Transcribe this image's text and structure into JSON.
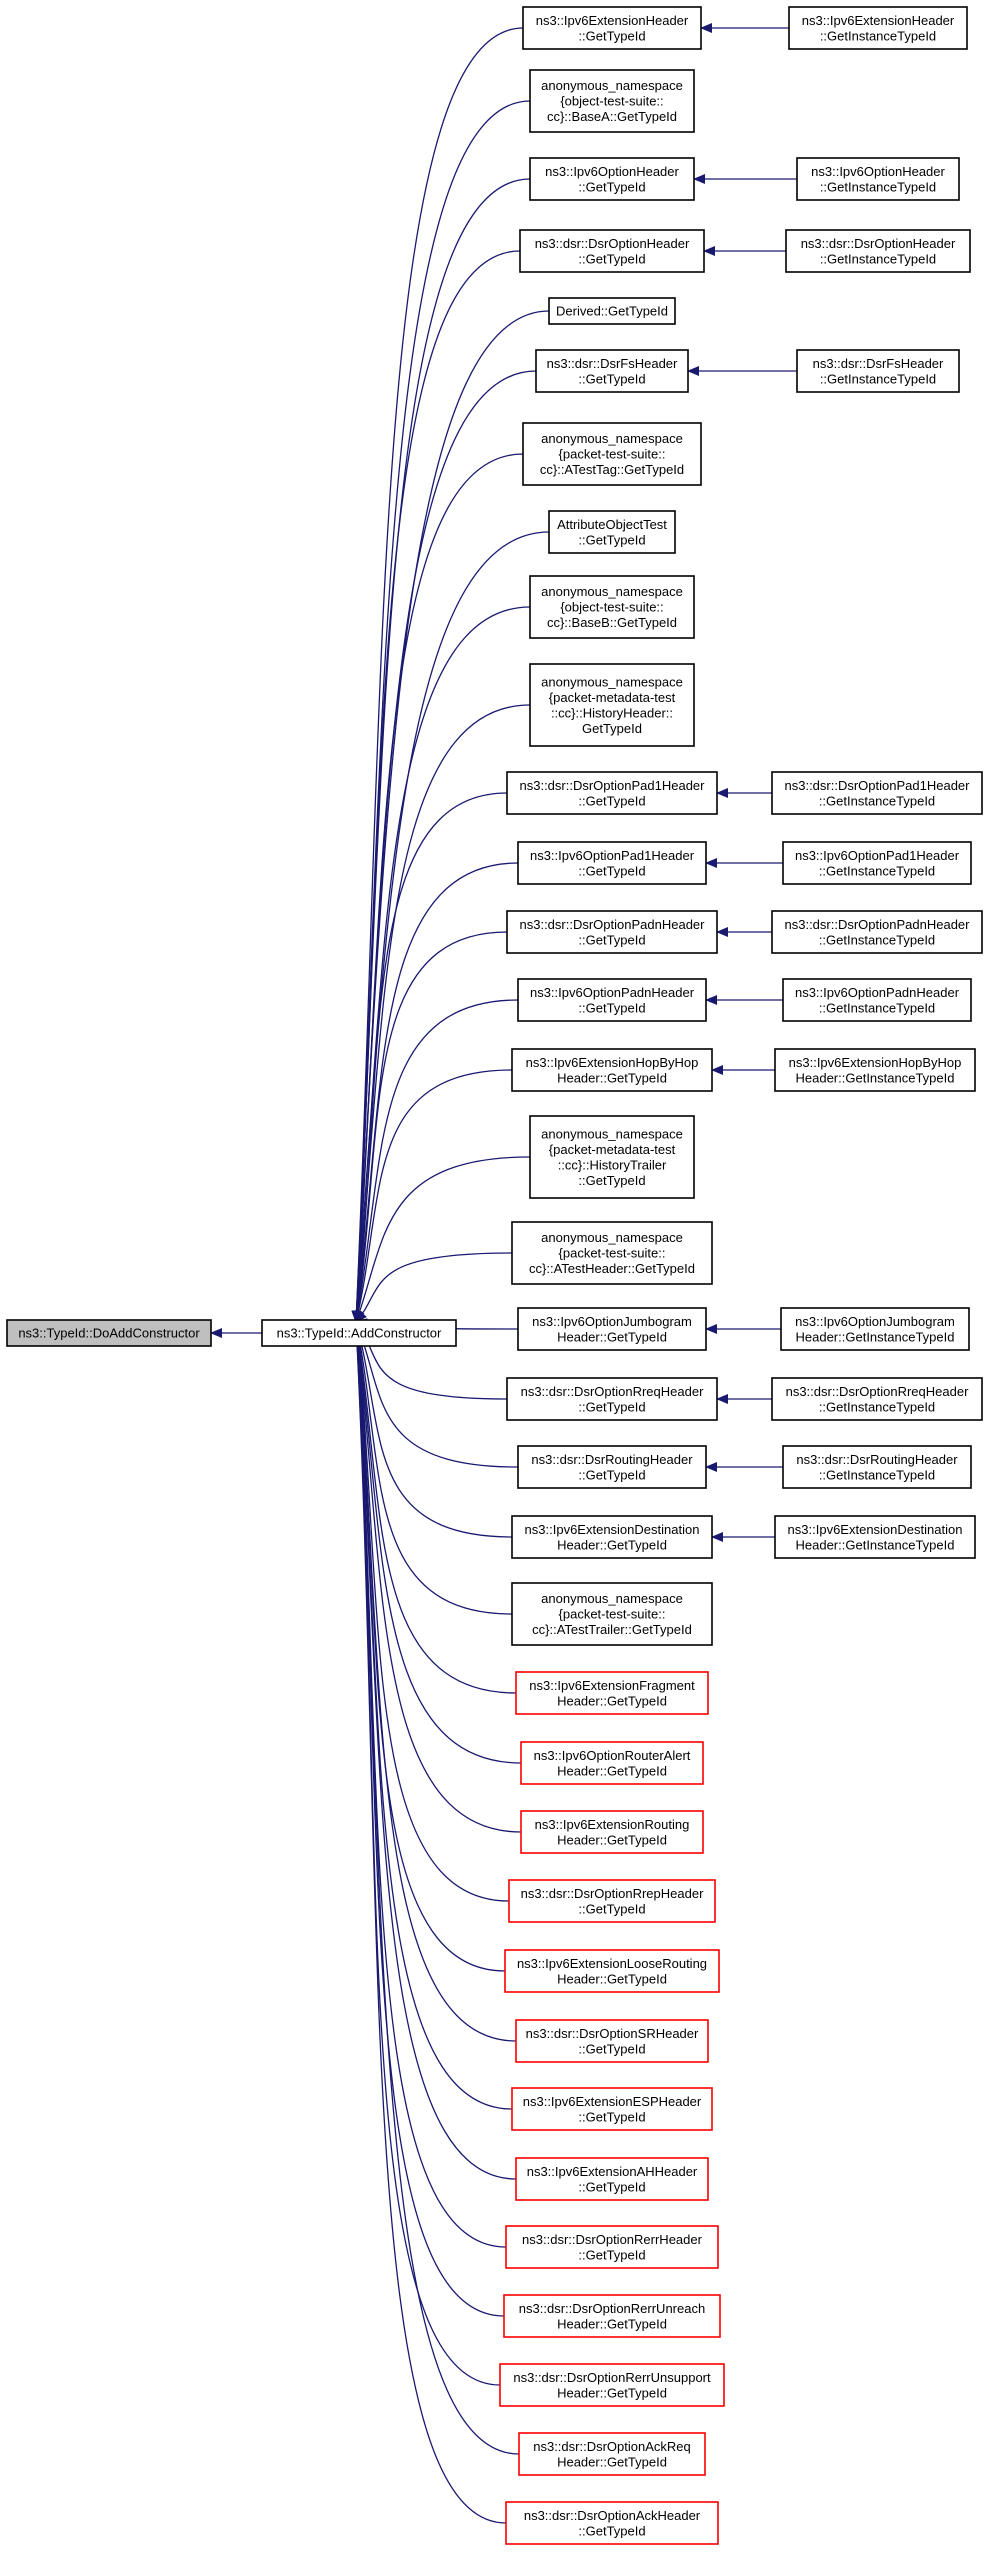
{
  "colors": {
    "edge": "#191970",
    "node_border": "#000000",
    "truncated_border": "#ff0000",
    "root_fill": "#bfbfbf",
    "node_fill": "#ffffff",
    "text": "#000000"
  },
  "root": {
    "id": "root",
    "lines": [
      "ns3::TypeId::DoAddConstructor"
    ]
  },
  "hub": {
    "id": "hub",
    "lines": [
      "ns3::TypeId::AddConstructor"
    ]
  },
  "callers": [
    {
      "id": "c0",
      "truncated": false,
      "lines": [
        "ns3::Ipv6ExtensionHeader",
        "::GetTypeId"
      ]
    },
    {
      "id": "c1",
      "truncated": false,
      "lines": [
        "anonymous_namespace",
        "{object-test-suite::",
        "cc}::BaseA::GetTypeId"
      ]
    },
    {
      "id": "c2",
      "truncated": false,
      "lines": [
        "ns3::Ipv6OptionHeader",
        "::GetTypeId"
      ]
    },
    {
      "id": "c3",
      "truncated": false,
      "lines": [
        "ns3::dsr::DsrOptionHeader",
        "::GetTypeId"
      ]
    },
    {
      "id": "c4",
      "truncated": false,
      "lines": [
        "Derived::GetTypeId"
      ]
    },
    {
      "id": "c5",
      "truncated": false,
      "lines": [
        "ns3::dsr::DsrFsHeader",
        "::GetTypeId"
      ]
    },
    {
      "id": "c6",
      "truncated": false,
      "lines": [
        "anonymous_namespace",
        "{packet-test-suite::",
        "cc}::ATestTag::GetTypeId"
      ]
    },
    {
      "id": "c7",
      "truncated": false,
      "lines": [
        "AttributeObjectTest",
        "::GetTypeId"
      ]
    },
    {
      "id": "c8",
      "truncated": false,
      "lines": [
        "anonymous_namespace",
        "{object-test-suite::",
        "cc}::BaseB::GetTypeId"
      ]
    },
    {
      "id": "c9",
      "truncated": false,
      "lines": [
        "anonymous_namespace",
        "{packet-metadata-test",
        "::cc}::HistoryHeader::",
        "GetTypeId"
      ]
    },
    {
      "id": "c10",
      "truncated": false,
      "lines": [
        "ns3::dsr::DsrOptionPad1Header",
        "::GetTypeId"
      ]
    },
    {
      "id": "c11",
      "truncated": false,
      "lines": [
        "ns3::Ipv6OptionPad1Header",
        "::GetTypeId"
      ]
    },
    {
      "id": "c12",
      "truncated": false,
      "lines": [
        "ns3::dsr::DsrOptionPadnHeader",
        "::GetTypeId"
      ]
    },
    {
      "id": "c13",
      "truncated": false,
      "lines": [
        "ns3::Ipv6OptionPadnHeader",
        "::GetTypeId"
      ]
    },
    {
      "id": "c14",
      "truncated": false,
      "lines": [
        "ns3::Ipv6ExtensionHopByHop",
        "Header::GetTypeId"
      ]
    },
    {
      "id": "c15",
      "truncated": false,
      "lines": [
        "anonymous_namespace",
        "{packet-metadata-test",
        "::cc}::HistoryTrailer",
        "::GetTypeId"
      ]
    },
    {
      "id": "c16",
      "truncated": false,
      "lines": [
        "anonymous_namespace",
        "{packet-test-suite::",
        "cc}::ATestHeader::GetTypeId"
      ]
    },
    {
      "id": "c17",
      "truncated": false,
      "lines": [
        "ns3::Ipv6OptionJumbogram",
        "Header::GetTypeId"
      ]
    },
    {
      "id": "c18",
      "truncated": false,
      "lines": [
        "ns3::dsr::DsrOptionRreqHeader",
        "::GetTypeId"
      ]
    },
    {
      "id": "c19",
      "truncated": false,
      "lines": [
        "ns3::dsr::DsrRoutingHeader",
        "::GetTypeId"
      ]
    },
    {
      "id": "c20",
      "truncated": false,
      "lines": [
        "ns3::Ipv6ExtensionDestination",
        "Header::GetTypeId"
      ]
    },
    {
      "id": "c21",
      "truncated": false,
      "lines": [
        "anonymous_namespace",
        "{packet-test-suite::",
        "cc}::ATestTrailer::GetTypeId"
      ]
    },
    {
      "id": "c22",
      "truncated": true,
      "lines": [
        "ns3::Ipv6ExtensionFragment",
        "Header::GetTypeId"
      ]
    },
    {
      "id": "c23",
      "truncated": true,
      "lines": [
        "ns3::Ipv6OptionRouterAlert",
        "Header::GetTypeId"
      ]
    },
    {
      "id": "c24",
      "truncated": true,
      "lines": [
        "ns3::Ipv6ExtensionRouting",
        "Header::GetTypeId"
      ]
    },
    {
      "id": "c25",
      "truncated": true,
      "lines": [
        "ns3::dsr::DsrOptionRrepHeader",
        "::GetTypeId"
      ]
    },
    {
      "id": "c26",
      "truncated": true,
      "lines": [
        "ns3::Ipv6ExtensionLooseRouting",
        "Header::GetTypeId"
      ]
    },
    {
      "id": "c27",
      "truncated": true,
      "lines": [
        "ns3::dsr::DsrOptionSRHeader",
        "::GetTypeId"
      ]
    },
    {
      "id": "c28",
      "truncated": true,
      "lines": [
        "ns3::Ipv6ExtensionESPHeader",
        "::GetTypeId"
      ]
    },
    {
      "id": "c29",
      "truncated": true,
      "lines": [
        "ns3::Ipv6ExtensionAHHeader",
        "::GetTypeId"
      ]
    },
    {
      "id": "c30",
      "truncated": true,
      "lines": [
        "ns3::dsr::DsrOptionRerrHeader",
        "::GetTypeId"
      ]
    },
    {
      "id": "c31",
      "truncated": true,
      "lines": [
        "ns3::dsr::DsrOptionRerrUnreach",
        "Header::GetTypeId"
      ]
    },
    {
      "id": "c32",
      "truncated": true,
      "lines": [
        "ns3::dsr::DsrOptionRerrUnsupport",
        "Header::GetTypeId"
      ]
    },
    {
      "id": "c33",
      "truncated": true,
      "lines": [
        "ns3::dsr::DsrOptionAckReq",
        "Header::GetTypeId"
      ]
    },
    {
      "id": "c34",
      "truncated": true,
      "lines": [
        "ns3::dsr::DsrOptionAckHeader",
        "::GetTypeId"
      ]
    }
  ],
  "instance_nodes": [
    {
      "id": "i0",
      "calls": "c0",
      "lines": [
        "ns3::Ipv6ExtensionHeader",
        "::GetInstanceTypeId"
      ]
    },
    {
      "id": "i2",
      "calls": "c2",
      "lines": [
        "ns3::Ipv6OptionHeader",
        "::GetInstanceTypeId"
      ]
    },
    {
      "id": "i3",
      "calls": "c3",
      "lines": [
        "ns3::dsr::DsrOptionHeader",
        "::GetInstanceTypeId"
      ]
    },
    {
      "id": "i5",
      "calls": "c5",
      "lines": [
        "ns3::dsr::DsrFsHeader",
        "::GetInstanceTypeId"
      ]
    },
    {
      "id": "i10",
      "calls": "c10",
      "lines": [
        "ns3::dsr::DsrOptionPad1Header",
        "::GetInstanceTypeId"
      ]
    },
    {
      "id": "i11",
      "calls": "c11",
      "lines": [
        "ns3::Ipv6OptionPad1Header",
        "::GetInstanceTypeId"
      ]
    },
    {
      "id": "i12",
      "calls": "c12",
      "lines": [
        "ns3::dsr::DsrOptionPadnHeader",
        "::GetInstanceTypeId"
      ]
    },
    {
      "id": "i13",
      "calls": "c13",
      "lines": [
        "ns3::Ipv6OptionPadnHeader",
        "::GetInstanceTypeId"
      ]
    },
    {
      "id": "i14",
      "calls": "c14",
      "lines": [
        "ns3::Ipv6ExtensionHopByHop",
        "Header::GetInstanceTypeId"
      ]
    },
    {
      "id": "i17",
      "calls": "c17",
      "lines": [
        "ns3::Ipv6OptionJumbogram",
        "Header::GetInstanceTypeId"
      ]
    },
    {
      "id": "i18",
      "calls": "c18",
      "lines": [
        "ns3::dsr::DsrOptionRreqHeader",
        "::GetInstanceTypeId"
      ]
    },
    {
      "id": "i19",
      "calls": "c19",
      "lines": [
        "ns3::dsr::DsrRoutingHeader",
        "::GetInstanceTypeId"
      ]
    },
    {
      "id": "i20",
      "calls": "c20",
      "lines": [
        "ns3::Ipv6ExtensionDestination",
        "Header::GetInstanceTypeId"
      ]
    }
  ]
}
